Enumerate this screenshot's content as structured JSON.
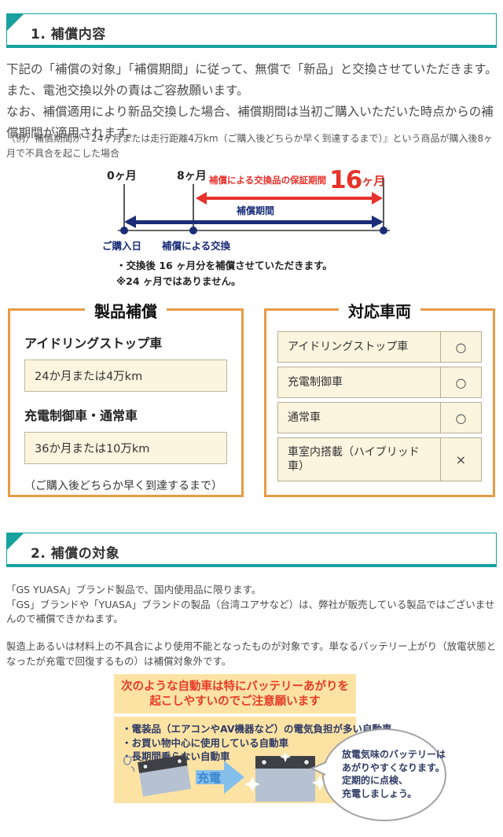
{
  "colors": {
    "accent_teal": "#17a2a0",
    "accent_orange": "#e89a45",
    "timeline_red": "#e6332c",
    "timeline_navy": "#1b2d78",
    "cream_fill": "#fbf5df",
    "warning_yellow": "#fce3a4",
    "warning_red": "#e73b28",
    "warning_navy": "#2e3a63",
    "charge_arrow_blue": "#85c0ec"
  },
  "section1": {
    "title": "1. 補償内容",
    "intro_line1": "下記の「補償の対象」「補償期間」に従って、無償で「新品」と交換させていただきます。また、電池交換以外の責はご容赦願います。",
    "intro_line2": "なお、補償適用により新品交換した場合、補償期間は当初ご購入いただいた時点からの補償期間が適用されます。",
    "example_note": "（例）補償期間が『24ヶ月または走行距離4万km（ご購入後どちらか早く到達するまで）』という商品が購入後8ヶ月で不具合を起こした場合",
    "timeline": {
      "label_start": "0ヶ月",
      "label_mid": "8ヶ月",
      "red_label_prefix": "補償による交換品の保証期間",
      "red_label_number": "16",
      "red_label_unit": "ヶ月",
      "blue_label": "補償期間",
      "purchase_label": "ご購入日",
      "exchange_label": "補償による交換",
      "note1": "・交換後 16 ヶ月分を補償させていただきます。",
      "note2": "※24 ヶ月ではありません。"
    },
    "product_warranty": {
      "title": "製品補償",
      "items": [
        {
          "heading": "アイドリングストップ車",
          "value": "24か月または4万km"
        },
        {
          "heading": "充電制御車・通常車",
          "value": "36か月または10万km"
        }
      ],
      "note": "（ご購入後どちらか早く到達するまで）"
    },
    "vehicles": {
      "title": "対応車両",
      "rows": [
        {
          "label": "アイドリングストップ車",
          "mark": "○"
        },
        {
          "label": "充電制御車",
          "mark": "○"
        },
        {
          "label": "通常車",
          "mark": "○"
        },
        {
          "label": "車室内搭載（ハイブリッド車）",
          "mark": "×"
        }
      ]
    }
  },
  "section2": {
    "title": "2. 補償の対象",
    "para1_line1": "「GS YUASA」ブランド製品で、国内使用品に限ります。",
    "para1_line2": "「GS」ブランドや「YUASA」ブランドの製品（台湾ユアサなど）は、弊社が販売している製品ではございませんので補償できかねます。",
    "para2": "製造上あるいは材料上の不具合により使用不能となったものが対象です。単なるバッテリー上がり（放電状態となったが充電で回復するもの）は補償対象外です。",
    "warning": {
      "title_line1": "次のような自動車は特にバッテリーあがりを",
      "title_line2": "起こしやすいのでご注意願います",
      "bullets": [
        "・電装品（エアコンやAV機器など）の電気負担が多い自動車",
        "・お買い物中心に使用している自動車",
        "・長期間乗らない自動車"
      ],
      "charge_label": "充電",
      "bubble_line1": "放電気味のバッテリーは",
      "bubble_line2": "あがりやすくなります。",
      "bubble_line3": "定期的に点検、",
      "bubble_line4": "充電しましょう。"
    }
  }
}
